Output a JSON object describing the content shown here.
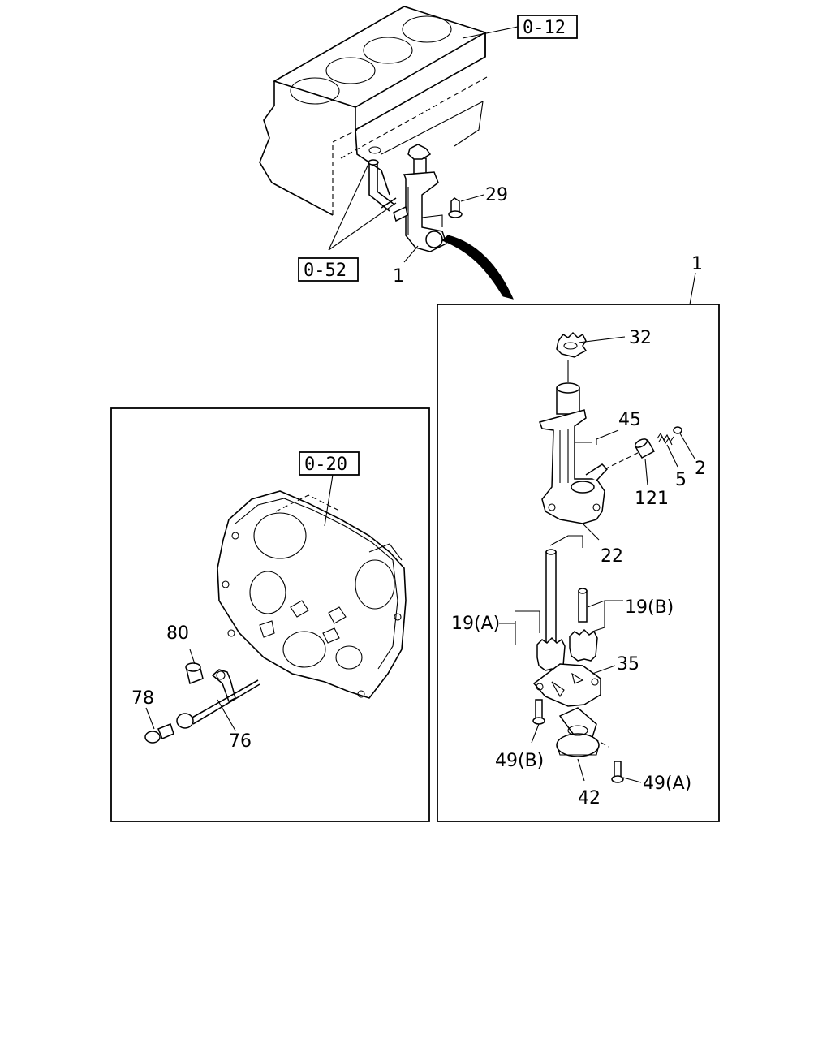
{
  "refs": {
    "r012": "0-12",
    "r052": "0-52",
    "r020": "0-20"
  },
  "labels": {
    "p1_top": "1",
    "p1_box": "1",
    "p29": "29",
    "p32": "32",
    "p45": "45",
    "p2": "2",
    "p5": "5",
    "p121": "121",
    "p22": "22",
    "p19a": "19(A)",
    "p19b": "19(B)",
    "p35": "35",
    "p49b": "49(B)",
    "p49a": "49(A)",
    "p42": "42",
    "p80": "80",
    "p78": "78",
    "p76": "76"
  }
}
